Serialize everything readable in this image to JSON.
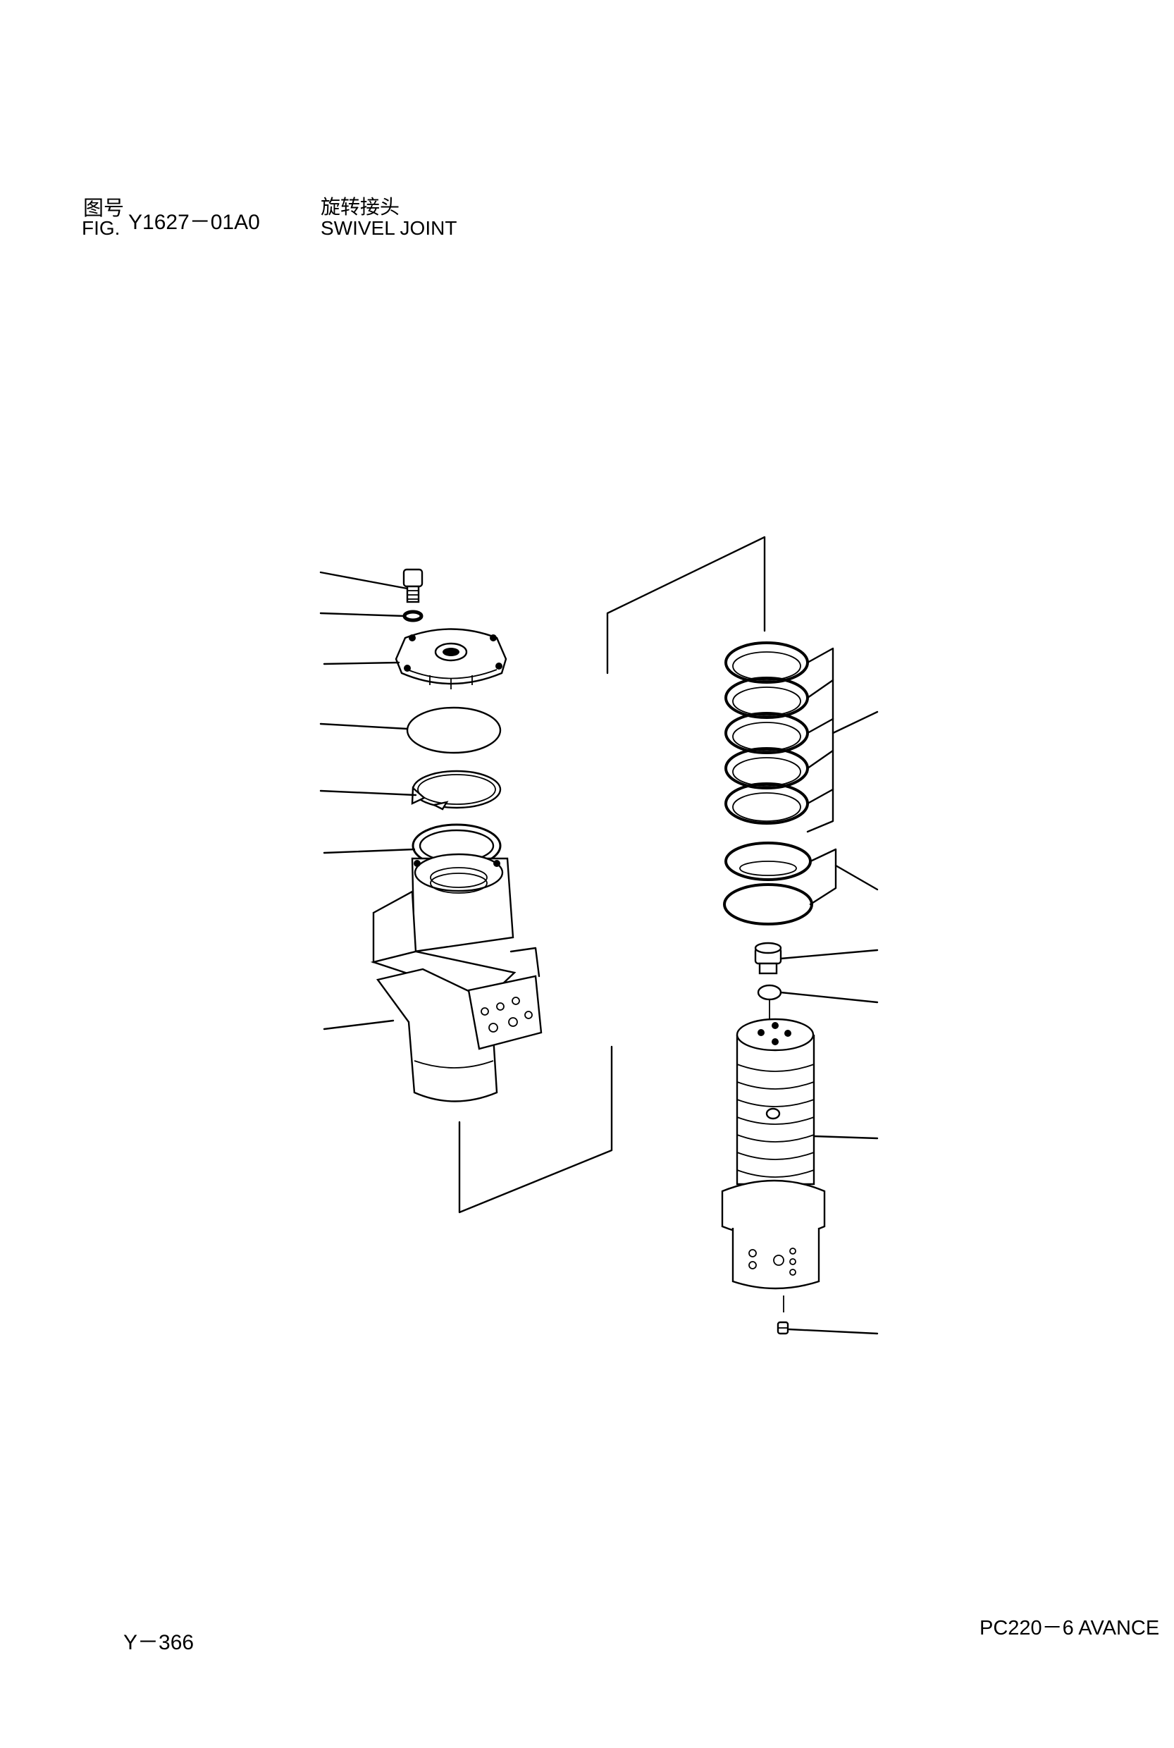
{
  "header": {
    "label_cn": "图号",
    "label_en": "FIG.",
    "figure_number": "Y1627－01A0",
    "title_cn": "旋转接头",
    "title_en": "SWIVEL JOINT"
  },
  "footer": {
    "page_number": "Y－366",
    "model": "PC220－6 AVANCE"
  }
}
